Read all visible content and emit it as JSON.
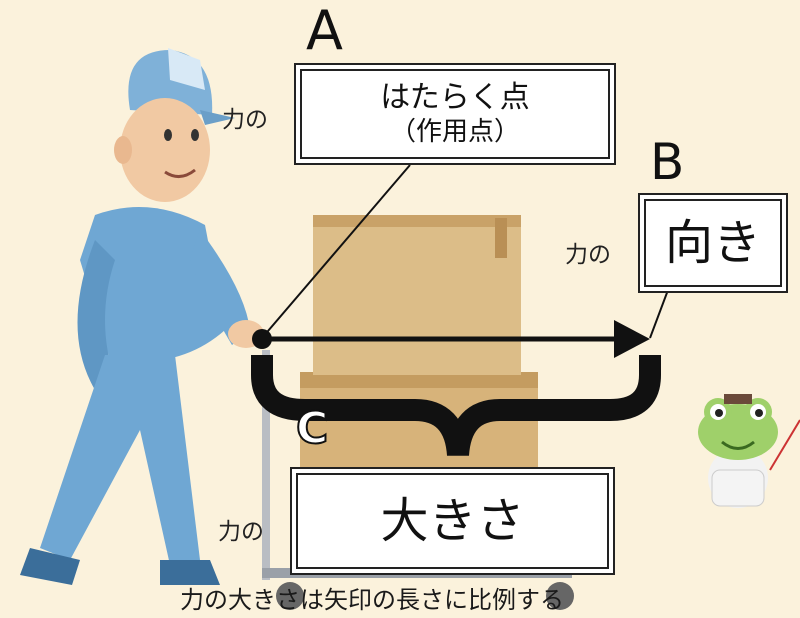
{
  "labels": {
    "a": "A",
    "b": "B",
    "c": "C"
  },
  "boxes": {
    "point": {
      "prefix": "力の",
      "main": "はたらく点",
      "sub": "（作用点）"
    },
    "direction": {
      "prefix": "力の",
      "main": "向き"
    },
    "magnitude": {
      "prefix": "力の",
      "main": "大きさ"
    }
  },
  "caption": "力の大きさは矢印の長さに比例する",
  "icons": [
    "worker-illustration",
    "cardboard-box",
    "frog-mascot-icon",
    "force-arrow"
  ],
  "colors": {
    "background": "#fbf2dc",
    "uniform": "#6fa7d3",
    "box": "#d8b781",
    "frog": "#9fd06a"
  }
}
